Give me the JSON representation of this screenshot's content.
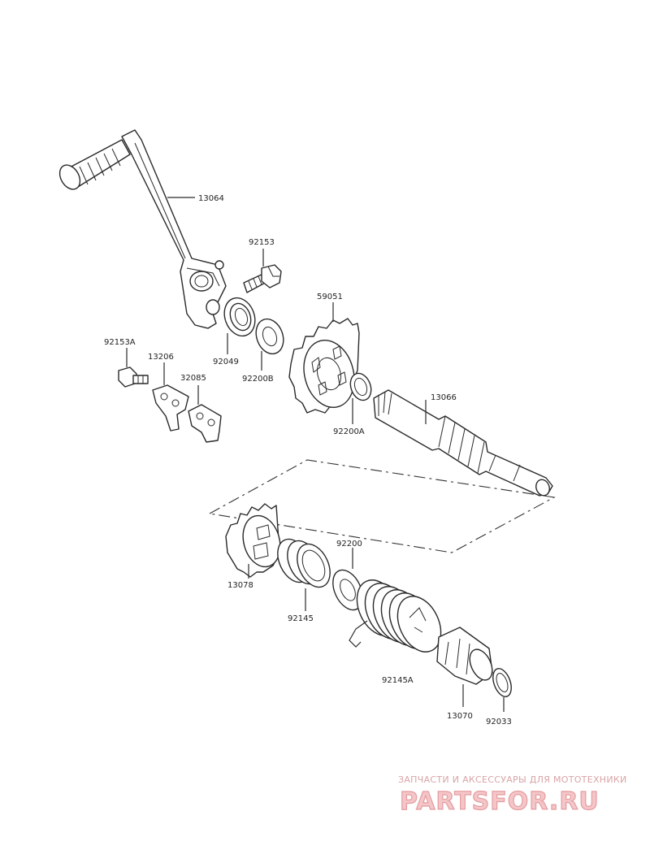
{
  "diagram": {
    "parts": [
      {
        "id": "lever",
        "label": "13064"
      },
      {
        "id": "bolt-top",
        "label": "92153"
      },
      {
        "id": "oil-seal",
        "label": "92049"
      },
      {
        "id": "washer-b",
        "label": "92200B"
      },
      {
        "id": "kick-gear",
        "label": "59051"
      },
      {
        "id": "washer-a",
        "label": "92200A"
      },
      {
        "id": "kick-shaft",
        "label": "13066"
      },
      {
        "id": "bolt-left",
        "label": "92153A"
      },
      {
        "id": "plate",
        "label": "13206"
      },
      {
        "id": "guide",
        "label": "32085"
      },
      {
        "id": "ratchet",
        "label": "13078"
      },
      {
        "id": "spring-small",
        "label": "92145"
      },
      {
        "id": "washer",
        "label": "92200"
      },
      {
        "id": "spring-large",
        "label": "92145A"
      },
      {
        "id": "spring-guide",
        "label": "13070"
      },
      {
        "id": "circlip",
        "label": "92033"
      }
    ]
  },
  "watermark": {
    "tagline": "ЗАПЧАСТИ И АКСЕССУАРЫ ДЛЯ МОТОТЕХНИКИ",
    "brand": "PARTSFOR.RU"
  }
}
